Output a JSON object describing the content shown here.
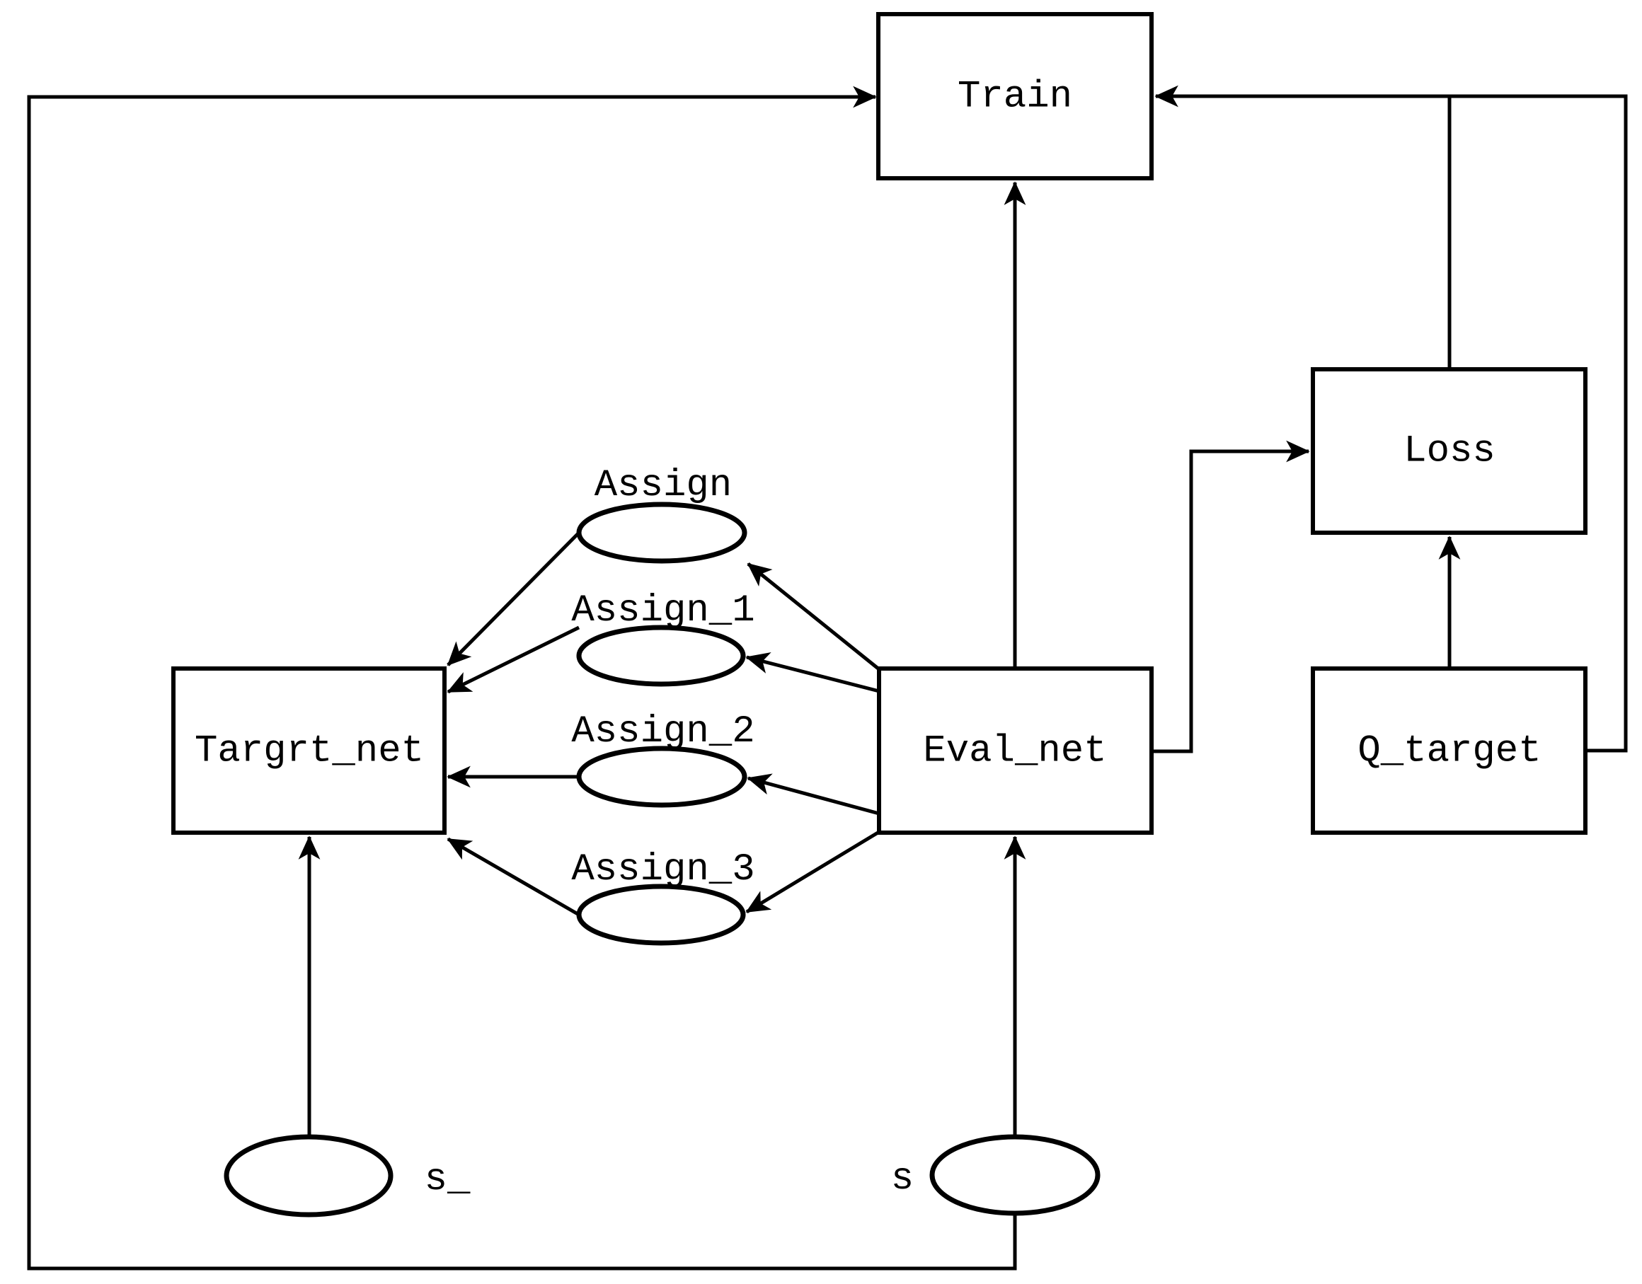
{
  "diagram": {
    "colors": {
      "background": "#ffffff",
      "stroke": "#000000",
      "text": "#000000"
    },
    "nodes": {
      "train": {
        "label": "Train",
        "shape": "rect"
      },
      "loss": {
        "label": "Loss",
        "shape": "rect"
      },
      "q_target": {
        "label": "Q_target",
        "shape": "rect"
      },
      "target_net": {
        "label": "Targrt_net",
        "shape": "rect"
      },
      "eval_net": {
        "label": "Eval_net",
        "shape": "rect"
      },
      "assign": {
        "label": "Assign",
        "shape": "ellipse"
      },
      "assign_1": {
        "label": "Assign_1",
        "shape": "ellipse"
      },
      "assign_2": {
        "label": "Assign_2",
        "shape": "ellipse"
      },
      "assign_3": {
        "label": "Assign_3",
        "shape": "ellipse"
      },
      "s_next": {
        "label": "s_",
        "shape": "ellipse"
      },
      "s": {
        "label": "s",
        "shape": "ellipse"
      }
    },
    "edges": [
      {
        "from": "s",
        "to": "train",
        "arrow": true,
        "route": "down, left along bottom, up left side, right into Train left edge"
      },
      {
        "from": "eval_net",
        "to": "train",
        "arrow": true,
        "route": "straight up into Train bottom edge"
      },
      {
        "from": "loss",
        "to": "train",
        "arrow": true,
        "route": "up from Loss top, joins top-right line into Train right edge"
      },
      {
        "from": "q_target",
        "to": "train",
        "arrow": true,
        "route": "right, up outer right side, left into Train right edge"
      },
      {
        "from": "q_target",
        "to": "loss",
        "arrow": true,
        "route": "straight up into Loss bottom edge"
      },
      {
        "from": "eval_net",
        "to": "loss",
        "arrow": true,
        "route": "right, up, right into Loss left edge"
      },
      {
        "from": "eval_net",
        "to": "assign",
        "arrow": true
      },
      {
        "from": "eval_net",
        "to": "assign_1",
        "arrow": true
      },
      {
        "from": "eval_net",
        "to": "assign_2",
        "arrow": true
      },
      {
        "from": "eval_net",
        "to": "assign_3",
        "arrow": true
      },
      {
        "from": "assign",
        "to": "target_net",
        "arrow": true
      },
      {
        "from": "assign_1",
        "to": "target_net",
        "arrow": true
      },
      {
        "from": "assign_2",
        "to": "target_net",
        "arrow": true
      },
      {
        "from": "assign_3",
        "to": "target_net",
        "arrow": true
      },
      {
        "from": "s_next",
        "to": "target_net",
        "arrow": true,
        "route": "straight up into Targrt_net bottom edge"
      },
      {
        "from": "s",
        "to": "eval_net",
        "arrow": true,
        "route": "straight up into Eval_net bottom edge"
      }
    ]
  }
}
